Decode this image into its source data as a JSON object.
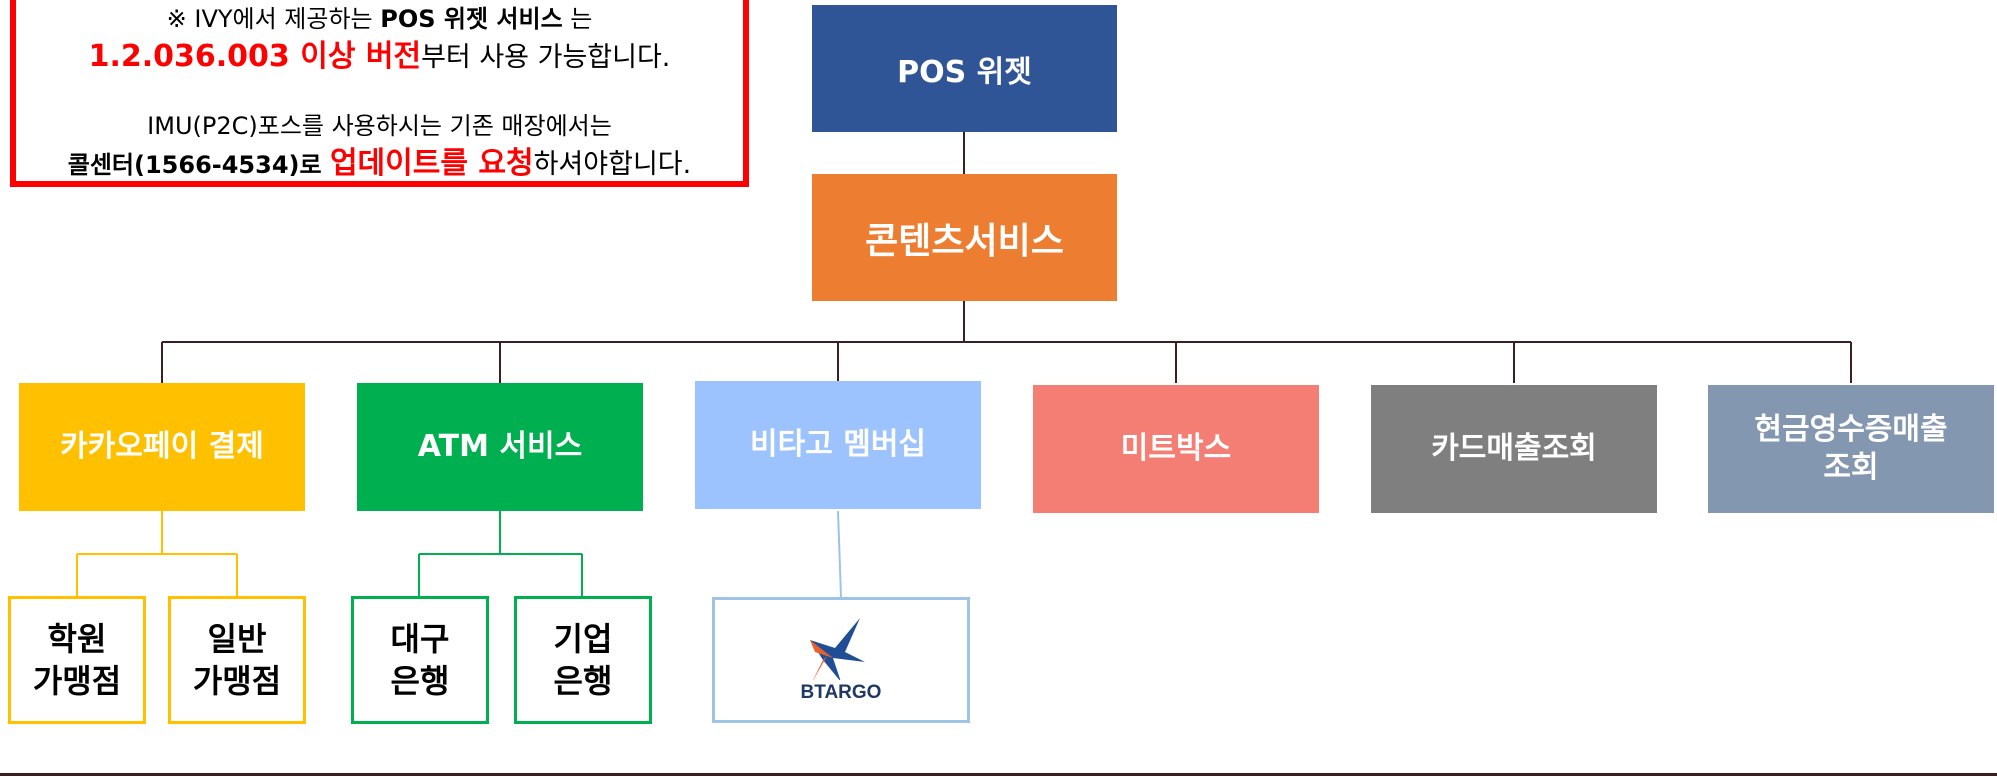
{
  "notice": {
    "l1_prefix": "※ IVY에서 제공하는 ",
    "l1_bold": "POS 위젯 서비스",
    "l1_suffix": " 는",
    "l2_red": "1.2.036.003  이상  버전",
    "l2_suffix": "부터 사용 가능합니다.",
    "l3": "IMU(P2C)포스를 사용하시는 기존 매장에서는",
    "l4_bold": "콜센터(1566-4534)로 ",
    "l4_red": "업데이트를 요청",
    "l4_suffix": "하셔야합니다."
  },
  "root": {
    "label": "POS 위젯",
    "color": "#2f5597"
  },
  "content": {
    "label": "콘텐츠서비스",
    "color": "#ed7d31"
  },
  "services": [
    {
      "label": "카카오페이 결제",
      "color": "#ffc000"
    },
    {
      "label": "ATM 서비스",
      "color": "#00b050"
    },
    {
      "label": "비타고 멤버십",
      "color": "#9dc3ff"
    },
    {
      "label": "미트박스",
      "color": "#f47e73"
    },
    {
      "label": "카드매출조회",
      "color": "#7f7f7f"
    },
    {
      "label": "현금영수증매출\n조회",
      "color": "#8497b0"
    }
  ],
  "leaves": {
    "kakao": [
      "학원\n가맹점",
      "일반\n가맹점"
    ],
    "atm": [
      "대구\n은행",
      "기업\n은행"
    ],
    "vitago_logo_text": "BTARGO"
  }
}
